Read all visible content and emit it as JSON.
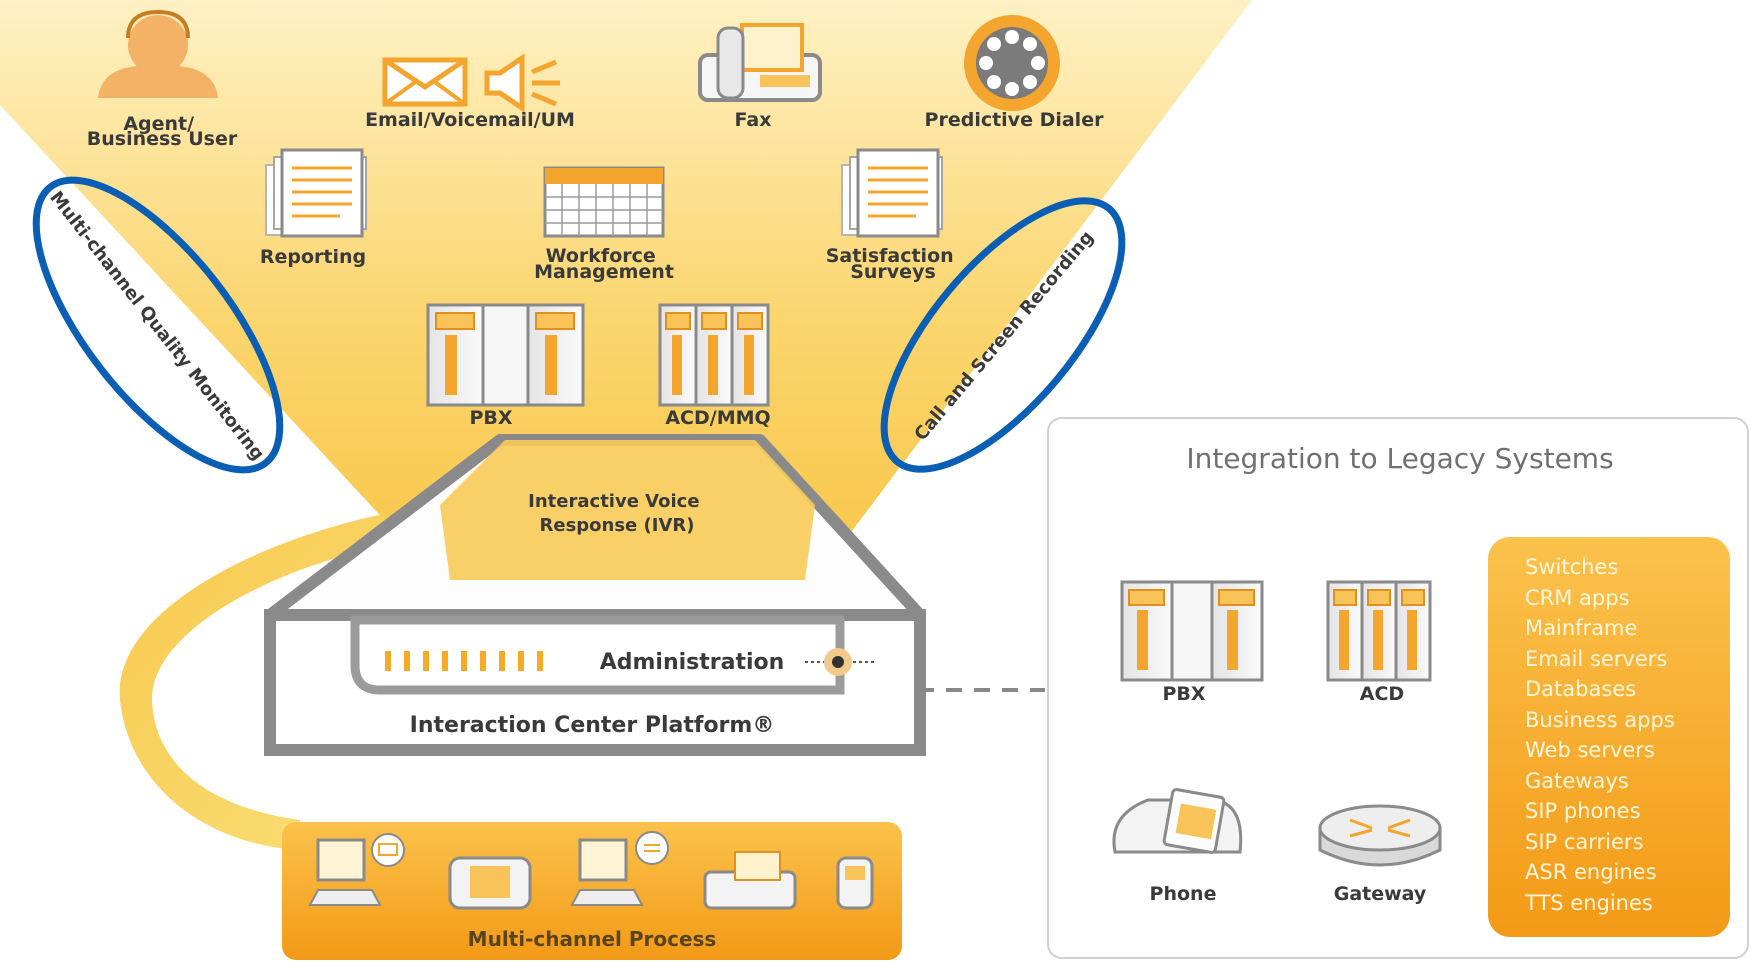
{
  "apps": {
    "agent": [
      "Agent/",
      "Business User"
    ],
    "email": "Email/Voicemail/UM",
    "fax": "Fax",
    "dialer": "Predictive Dialer",
    "reporting": "Reporting",
    "workforce": [
      "Workforce",
      "Management"
    ],
    "surveys": [
      "Satisfaction",
      "Surveys"
    ],
    "pbx": "PBX",
    "acd": "ACD/MMQ"
  },
  "callouts": {
    "left": "Multi-channel Quality Monitoring",
    "right": "Call and Screen Recording"
  },
  "ivr": [
    "Interactive Voice",
    "Response (IVR)"
  ],
  "platform": {
    "admin": "Administration",
    "name": "Interaction Center Platform®"
  },
  "multichannel": "Multi-channel Process",
  "legacy": {
    "title": "Integration to Legacy Systems",
    "pbx": "PBX",
    "acd": "ACD",
    "phone": "Phone",
    "gateway": "Gateway",
    "systems": [
      "Switches",
      "CRM apps",
      "Mainframe",
      "Email servers",
      "Databases",
      "Business apps",
      "Web servers",
      "Gateways",
      "SIP phones",
      "SIP carriers",
      "ASR engines",
      "TTS engines"
    ]
  },
  "colors": {
    "accent": "#f7a928",
    "beam": "#fbd36b",
    "callout_ring": "#0a5fb4",
    "platform_frame": "#8a8a8a",
    "text": "#3a3a3a"
  }
}
